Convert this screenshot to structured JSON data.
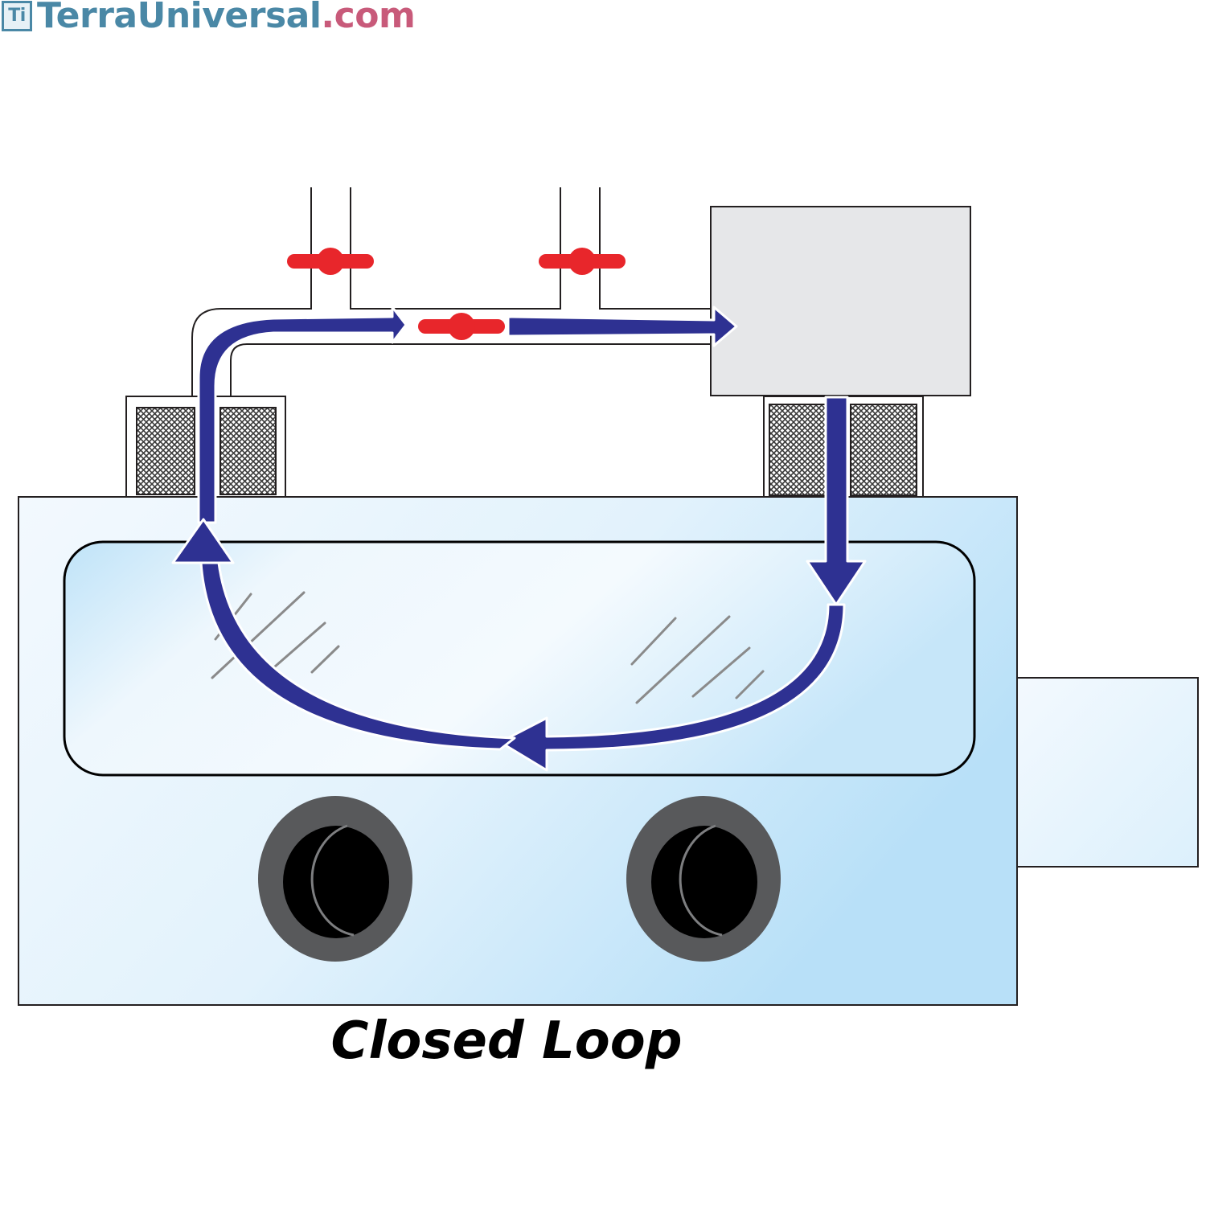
{
  "logo": {
    "mark": "Ti",
    "name": "TerraUniversal",
    "tld": ".com"
  },
  "caption": "Closed Loop",
  "colors": {
    "flow_arrow": "#2e3192",
    "valve": "#e8262b",
    "chamber_light": "#eef7fd",
    "chamber_dark": "#b8e0f8",
    "purifier_box": "#e6e7e9",
    "glove_port": "#58595b",
    "logo_blue": "#4a88a6",
    "logo_pink": "#c85a7a"
  },
  "icons": [
    "valve-icon",
    "glove-port-icon",
    "filter-mesh-icon",
    "flow-arrow-icon"
  ]
}
